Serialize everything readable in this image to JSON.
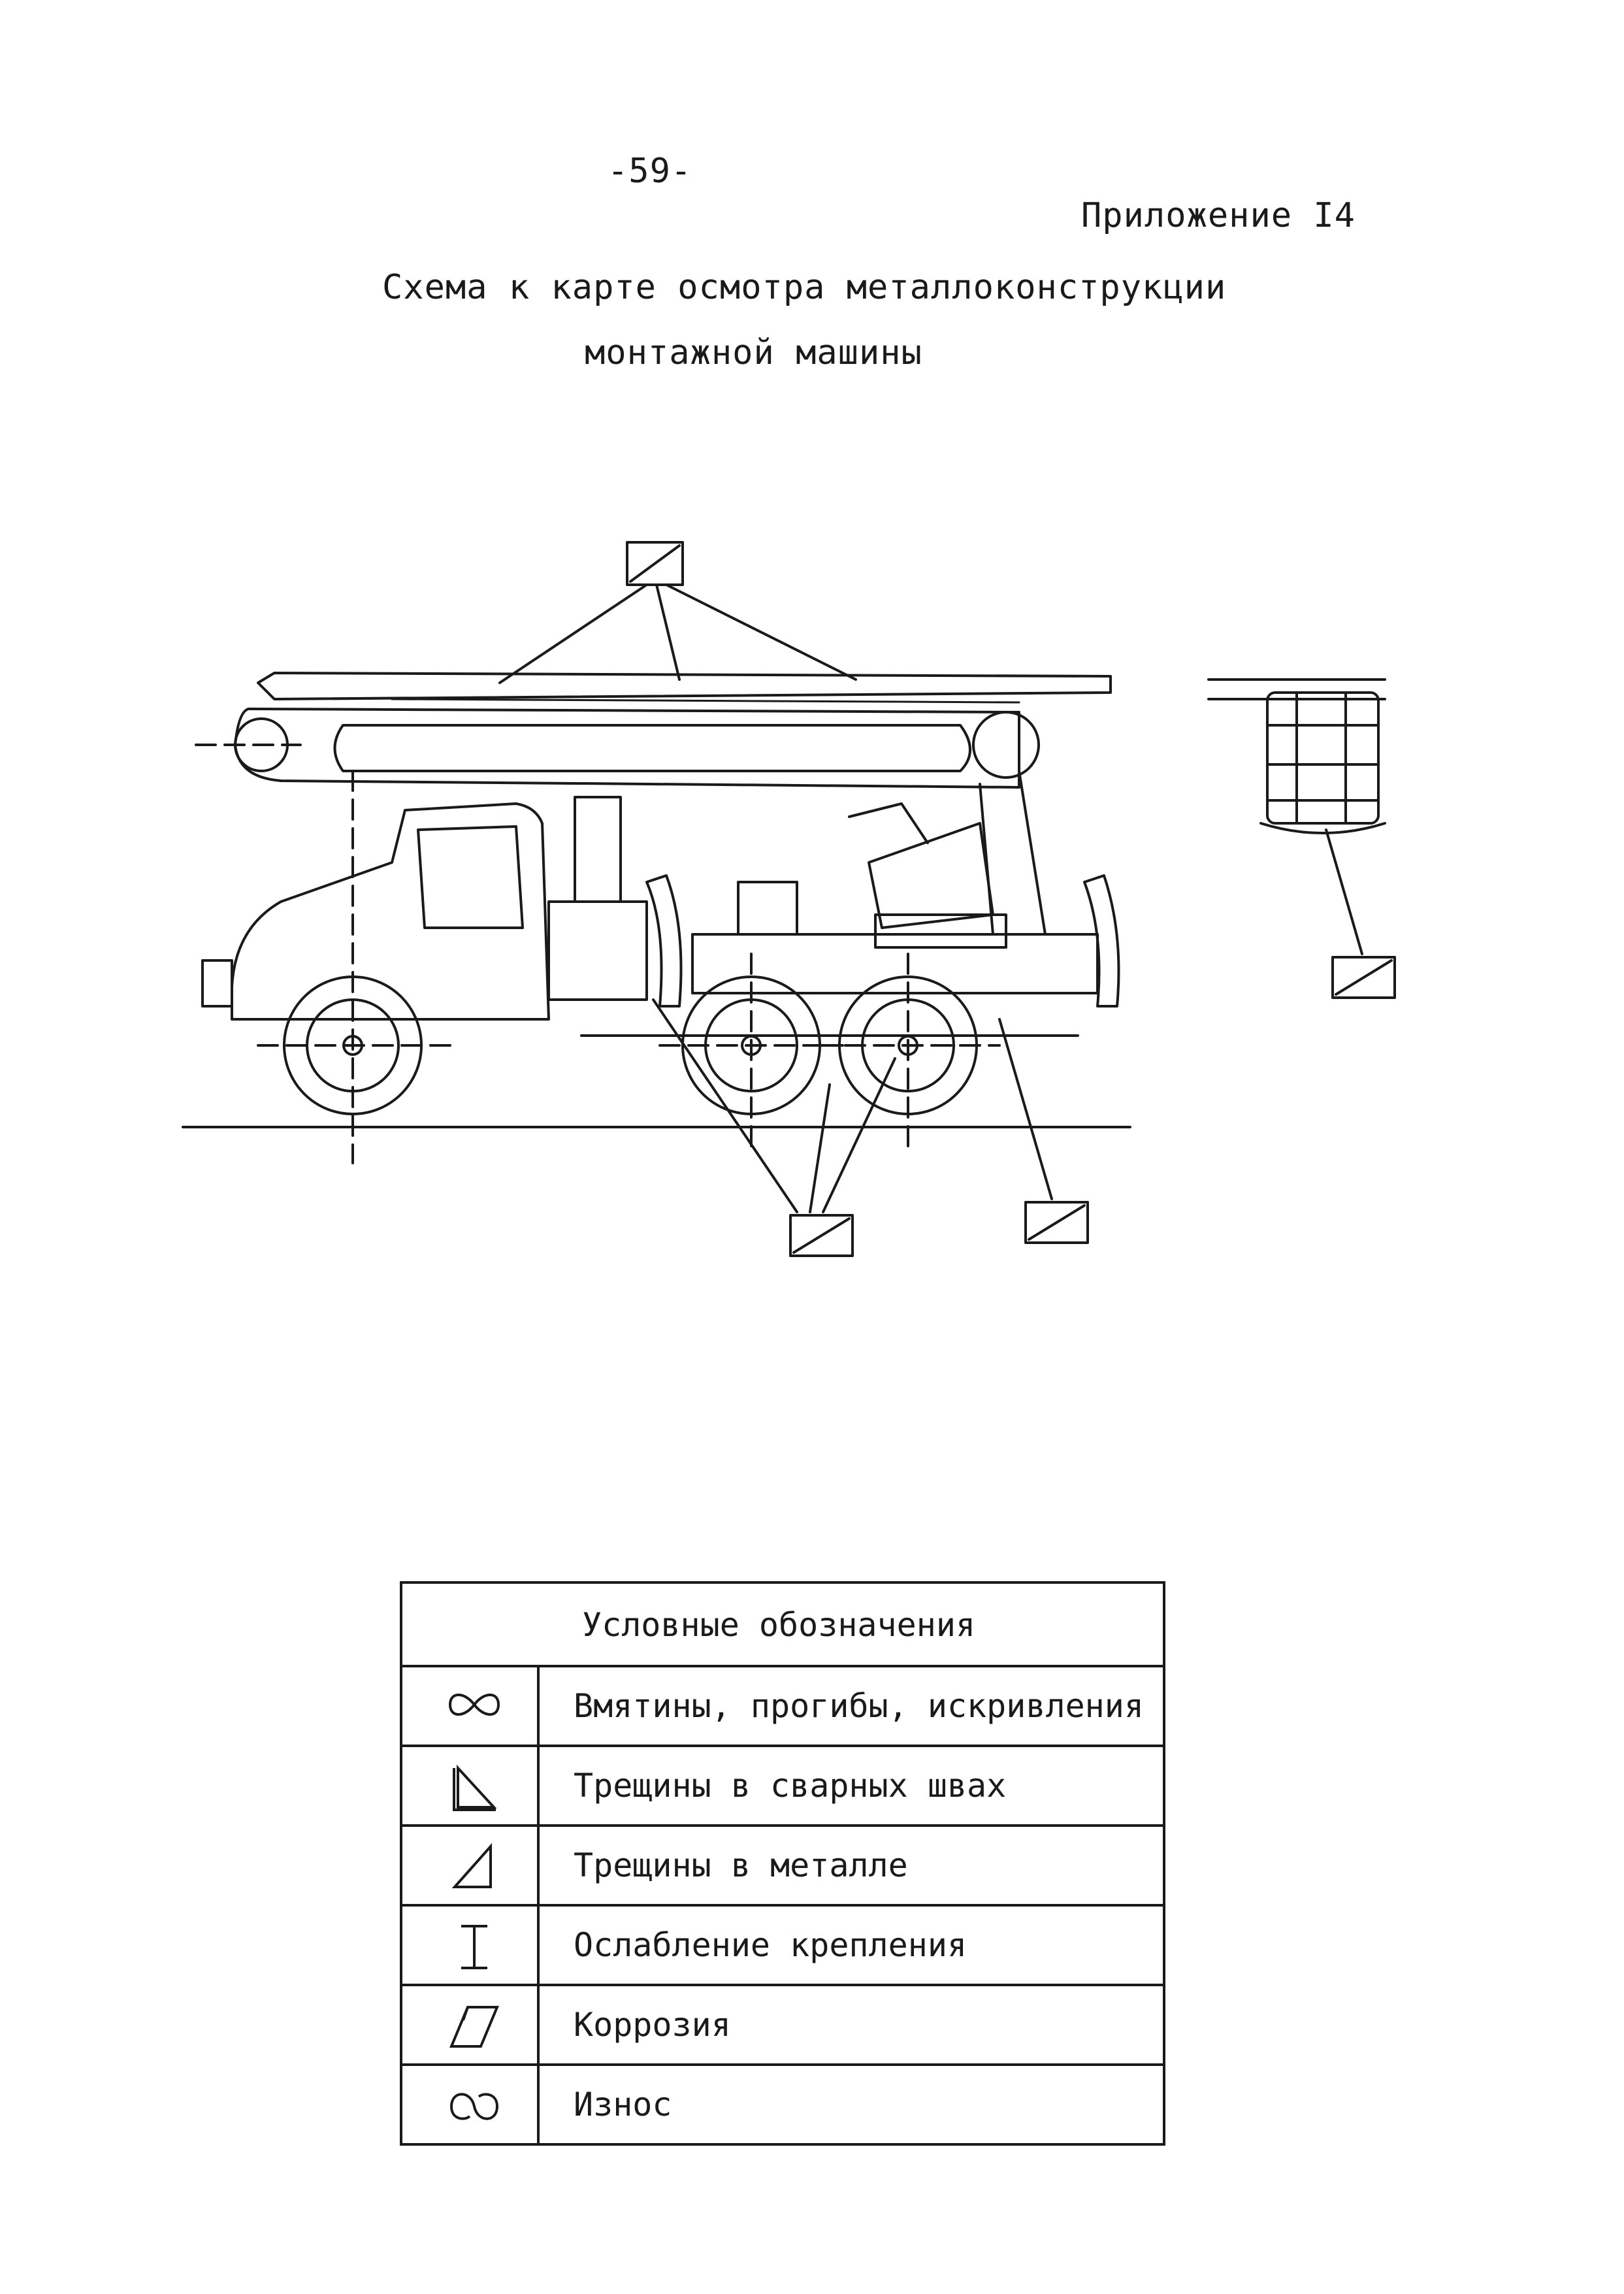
{
  "header": {
    "page_number": "-59-",
    "appendix": "Приложение I4",
    "title_line1": "Схема к карте осмотра металлоконструкции",
    "title_line2": "монтажной машины"
  },
  "diagram": {
    "subject": "truck-mounted aerial work platform",
    "colors": {
      "ink": "#1a1a1a"
    }
  },
  "legend": {
    "title": "Условные обозначения",
    "rows": [
      {
        "icon": "infinity-icon",
        "label": "Вмятины, прогибы, искривления"
      },
      {
        "icon": "weld-crack-icon",
        "label": "Трещины в сварных швах"
      },
      {
        "icon": "metal-crack-icon",
        "label": "Трещины в металле"
      },
      {
        "icon": "fastening-icon",
        "label": "Ослабление крепления"
      },
      {
        "icon": "corrosion-icon",
        "label": "Коррозия"
      },
      {
        "icon": "wear-icon",
        "label": "Износ"
      }
    ]
  }
}
